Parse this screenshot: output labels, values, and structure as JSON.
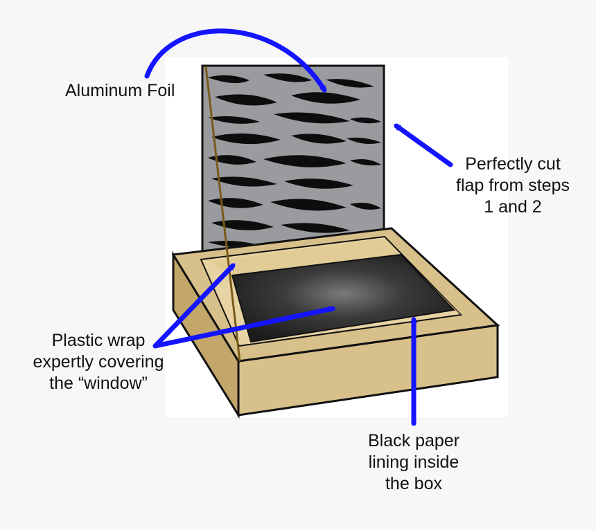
{
  "labels": {
    "aluminum_foil": "Aluminum Foil",
    "flap": [
      "Perfectly cut",
      "flap from steps",
      "1 and 2"
    ],
    "plastic_wrap": [
      "Plastic wrap",
      "expertly covering",
      "the “window”"
    ],
    "black_paper": [
      "Black paper",
      "lining inside",
      "the box"
    ]
  },
  "colors": {
    "arrow": "#1414ff",
    "cardboard": "#d8c08a",
    "cardboard_dark": "#c2a66a",
    "foil": "#9a9b9e",
    "black_lining": "#2a2a2a",
    "prop_stick": "#7a5a1a"
  }
}
